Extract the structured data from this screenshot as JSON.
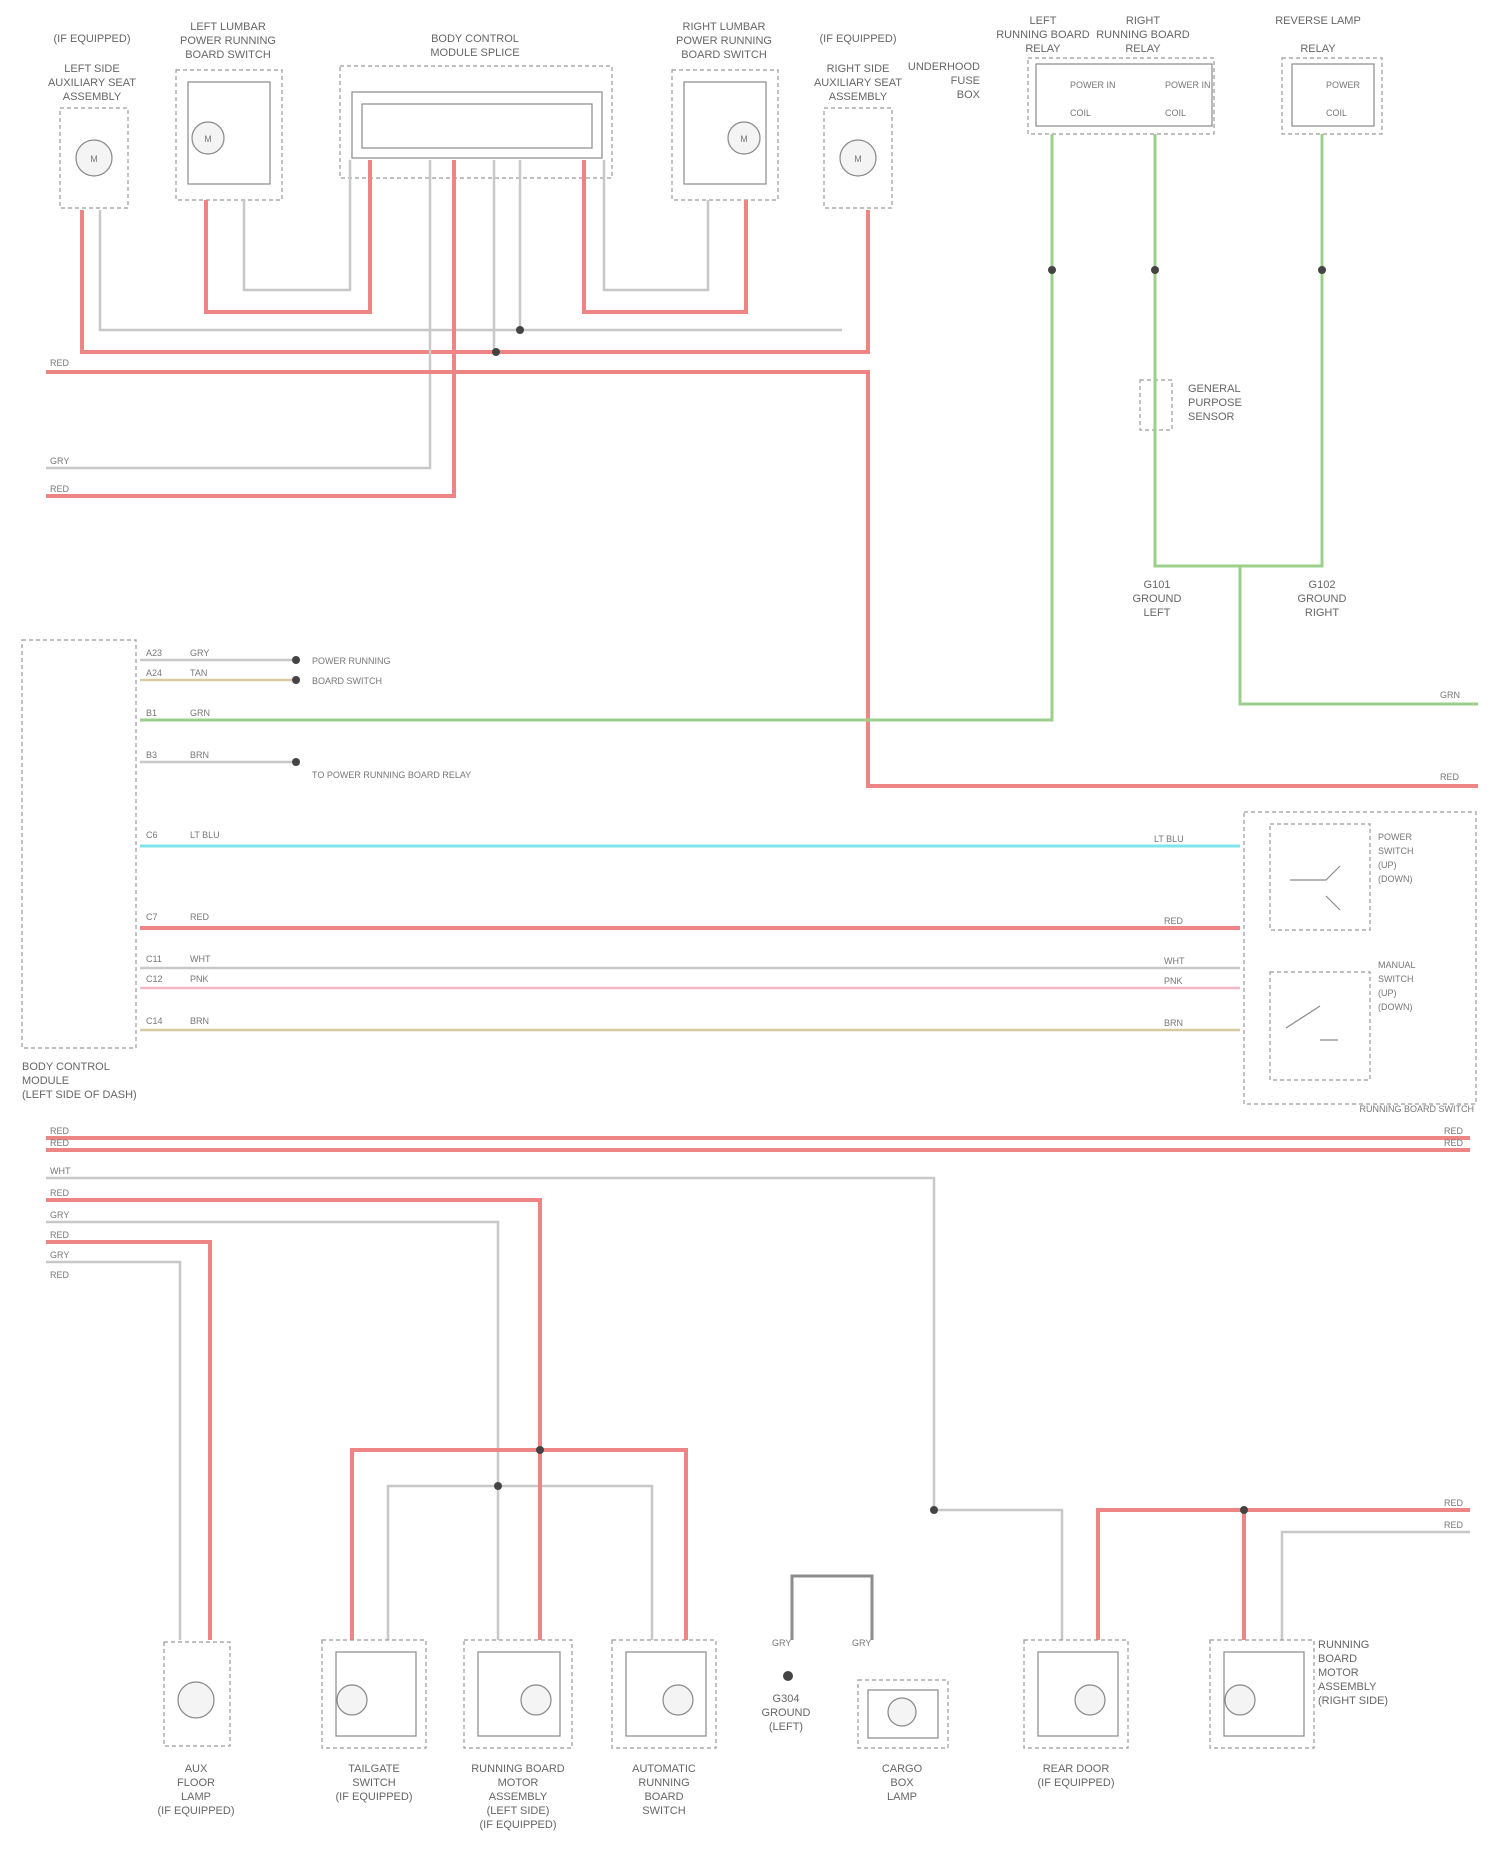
{
  "title": "",
  "footer_id": "",
  "colors": {
    "power_red": "#ee8585",
    "ground_gray": "#c8c8c8",
    "signal_green": "#9ccf8a",
    "data_cyan": "#7ee3ea",
    "signal_pink": "#f2b8c4",
    "signal_tan": "#d7c9a0",
    "ground_dark": "#8c8c8c"
  },
  "top_components": {
    "left_seat_equip": [
      "(IF EQUIPPED)",
      "LEFT SIDE",
      "AUXILIARY SEAT",
      "ASSEMBLY"
    ],
    "left_lumbar_switch": [
      "LEFT LUMBAR",
      "POWER RUNNING",
      "BOARD SWITCH"
    ],
    "center_junction": [
      "BODY CONTROL",
      "MODULE SPLICE"
    ],
    "right_lumbar_switch": [
      "RIGHT LUMBAR",
      "POWER RUNNING",
      "BOARD SWITCH"
    ],
    "right_seat_equip": [
      "(IF EQUIPPED)",
      "RIGHT SIDE",
      "AUXILIARY SEAT",
      "ASSEMBLY"
    ],
    "left_relay": [
      "LEFT",
      "RUNNING BOARD",
      "RELAY"
    ],
    "right_relay": [
      "RIGHT",
      "RUNNING BOARD",
      "RELAY"
    ],
    "reverse_relay": [
      "REVERSE LAMP",
      "RELAY"
    ],
    "underhood_fuse": [
      "UNDERHOOD",
      "FUSE",
      "BOX"
    ],
    "general_sensor": [
      "GENERAL",
      "PURPOSE",
      "SENSOR"
    ],
    "left_ground": [
      "G101",
      "GROUND",
      "LEFT"
    ],
    "right_ground": [
      "G102",
      "GROUND",
      "RIGHT"
    ]
  },
  "relay_labels": {
    "left": [
      "POWER IN",
      "COIL"
    ],
    "right": [
      "POWER IN",
      "COIL"
    ],
    "reverse": [
      "POWER",
      "COIL"
    ]
  },
  "module": {
    "label": [
      "BODY CONTROL",
      "MODULE",
      "(LEFT SIDE OF DASH)"
    ],
    "pins": [
      "A23",
      "A24",
      "B1",
      "B3",
      "C6",
      "C7",
      "C11",
      "C12",
      "C14"
    ],
    "wire_colors": [
      "GRY",
      "TAN",
      "GRN",
      "BRN",
      "LT BLU",
      "RED",
      "WHT",
      "PNK",
      "BRN"
    ],
    "notes": [
      "POWER RUNNING",
      "BOARD SWITCH",
      "TO POWER RUNNING BOARD RELAY"
    ]
  },
  "switch_assembly": {
    "label": "RUNNING BOARD SWITCH",
    "upper": [
      "POWER",
      "SWITCH",
      "(UP)",
      "(DOWN)"
    ],
    "lower": [
      "MANUAL",
      "SWITCH",
      "(UP)",
      "(DOWN)"
    ]
  },
  "wire_tags": {
    "top_left": [
      "RED",
      "GRY",
      "RED"
    ],
    "right_side": [
      "RED",
      "GRN"
    ],
    "mid_right": [
      "LT BLU",
      "RED",
      "WHT",
      "PNK",
      "BRN"
    ],
    "bus_left": [
      "RED",
      "RED",
      "WHT",
      "RED",
      "GRY",
      "RED",
      "GRY",
      "RED"
    ],
    "bus_right": [
      "RED",
      "RED",
      "RED",
      "RED"
    ],
    "ground_tags": [
      "GRY",
      "GRY"
    ]
  },
  "bottom_components": [
    {
      "id": "light",
      "lines": [
        "AUX",
        "FLOOR",
        "LAMP",
        "(IF EQUIPPED)"
      ]
    },
    {
      "id": "sw_a",
      "lines": [
        "TAILGATE",
        "SWITCH",
        "(IF EQUIPPED)"
      ]
    },
    {
      "id": "sw_b",
      "lines": [
        "RUNNING BOARD",
        "MOTOR",
        "ASSEMBLY",
        "(LEFT SIDE)",
        "(IF EQUIPPED)"
      ]
    },
    {
      "id": "sw_c",
      "lines": [
        "AUTOMATIC",
        "RUNNING",
        "BOARD",
        "SWITCH"
      ]
    },
    {
      "id": "ground",
      "lines": [
        "G304",
        "GROUND",
        "(LEFT)"
      ]
    },
    {
      "id": "lamp",
      "lines": [
        "CARGO",
        "BOX",
        "LAMP"
      ]
    },
    {
      "id": "sw_d",
      "lines": [
        "REAR DOOR",
        "(IF EQUIPPED)"
      ]
    },
    {
      "id": "sw_e",
      "lines": [
        "RUNNING",
        "BOARD",
        "MOTOR",
        "ASSEMBLY",
        "(RIGHT SIDE)"
      ]
    }
  ]
}
